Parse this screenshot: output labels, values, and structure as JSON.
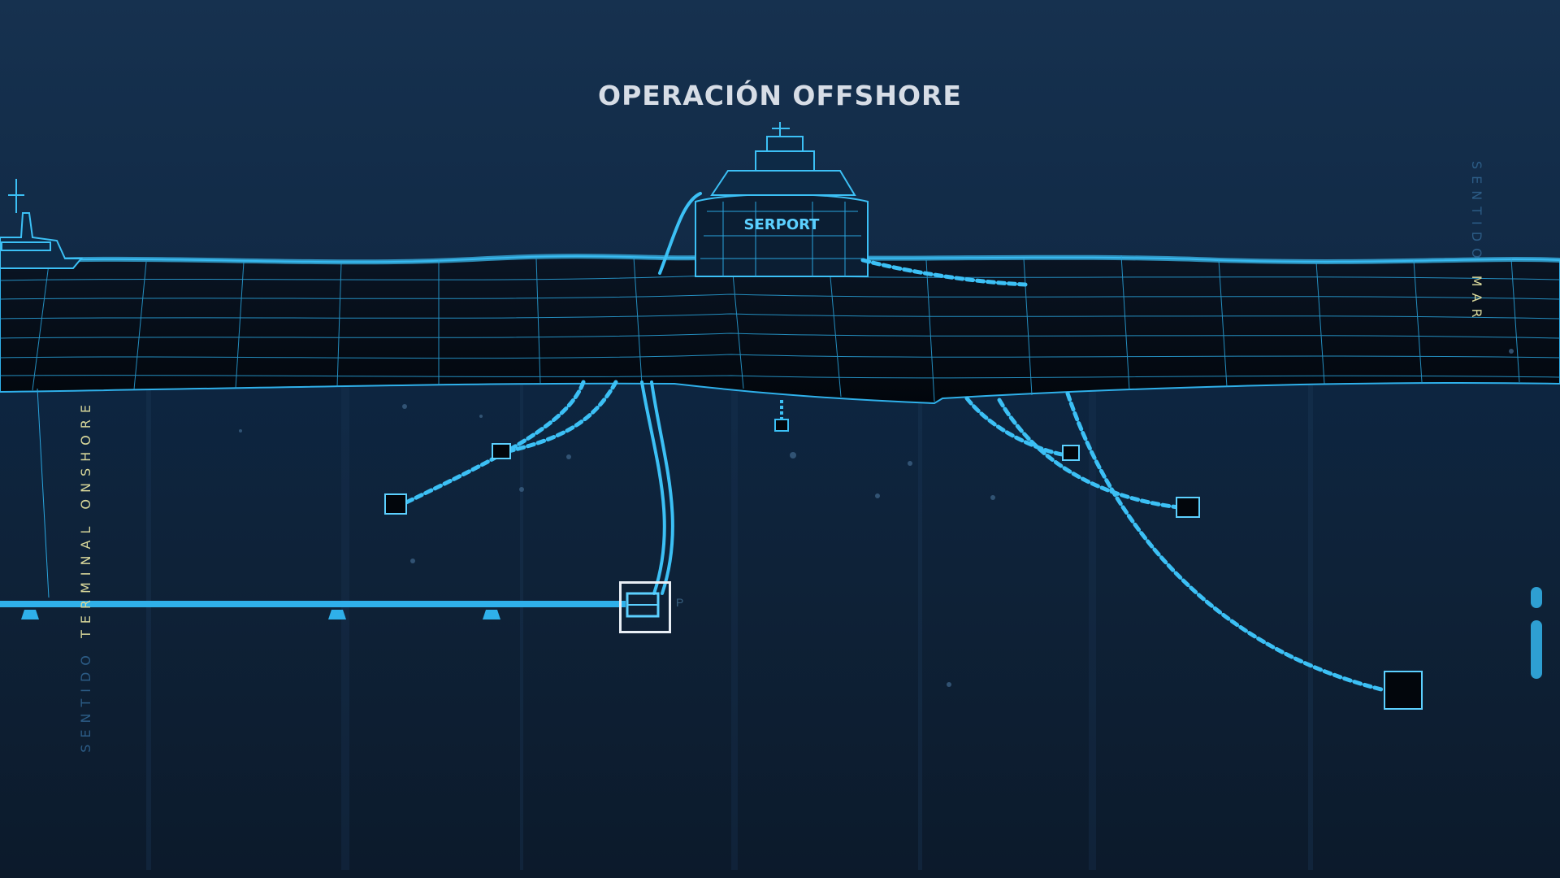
{
  "page": {
    "title": "OPERACIÓN OFFSHORE"
  },
  "labels": {
    "left_prefix": "SENTIDO ",
    "left_highlight": "TERMINAL ONSHORE",
    "right_prefix": "SENTIDO ",
    "right_highlight": "MAR"
  },
  "vessel": {
    "name": "SERPORT"
  },
  "plem": {
    "label": "P"
  },
  "colors": {
    "wireframe": "#2fb0ea",
    "background_top": "#16314f",
    "background_bottom": "#0c1a2b",
    "title": "#d7dde6",
    "label_highlight": "#d8d79a",
    "label_dim": "#2c5c86"
  },
  "icons": {
    "tugboat": "tugboat-icon",
    "buoy": "buoy-icon",
    "anchor_block": "anchor-block-icon",
    "chain": "chain-icon",
    "pipeline": "pipeline-icon"
  }
}
